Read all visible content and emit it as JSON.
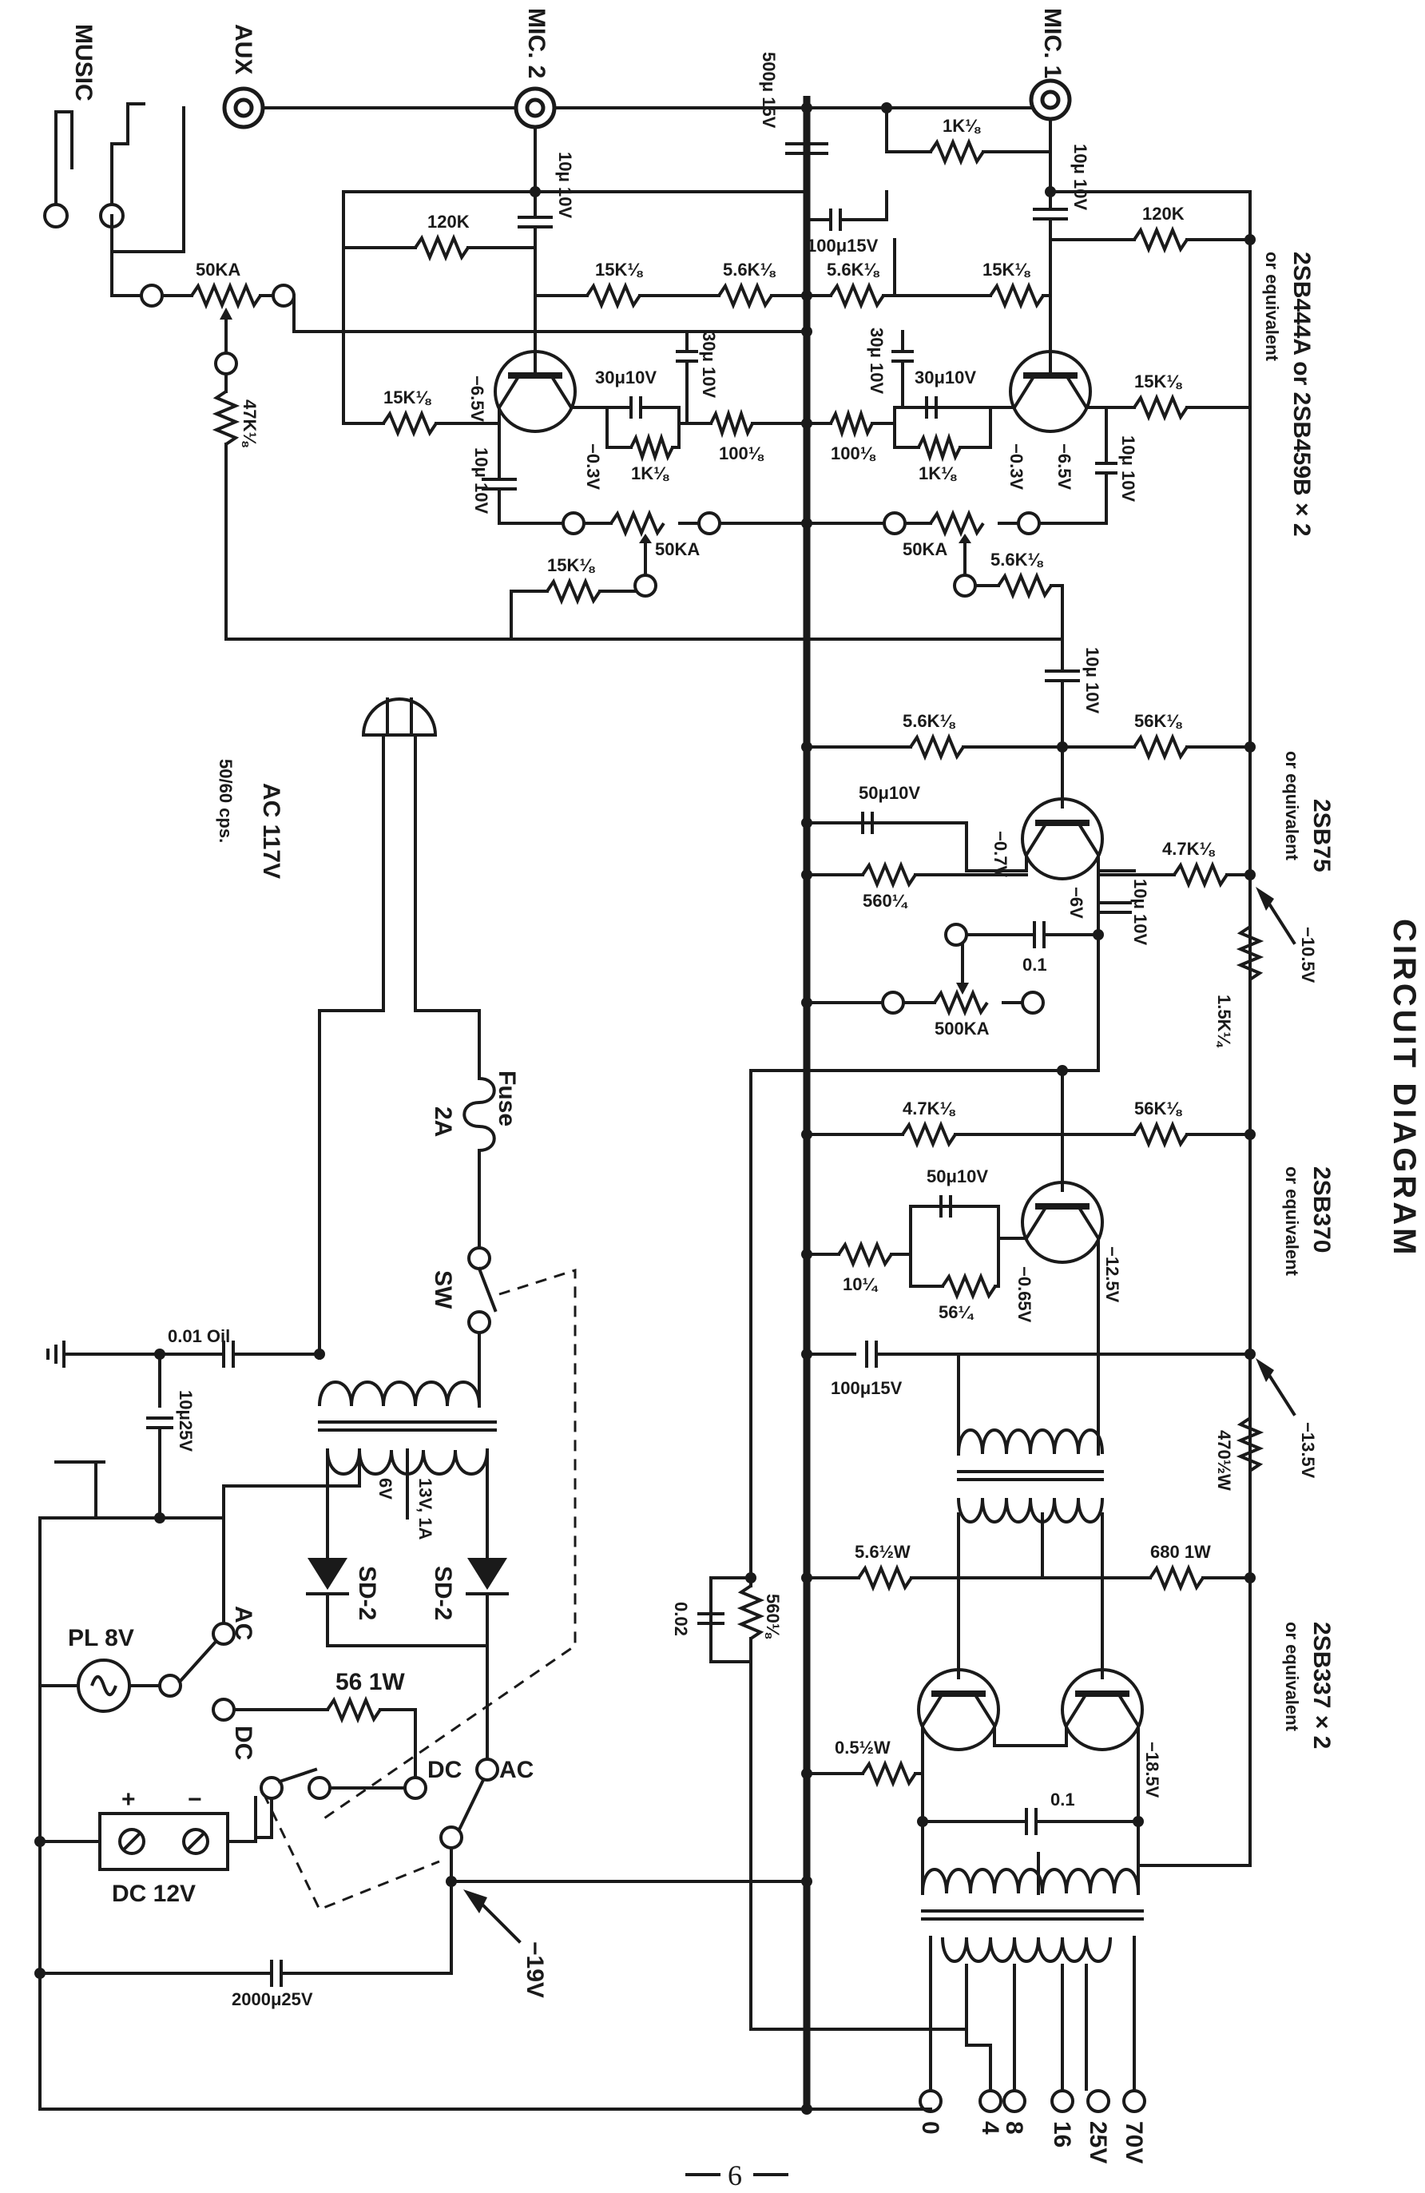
{
  "title": "CIRCUIT DIAGRAM",
  "page_number": "6",
  "inputs": {
    "music": "MUSIC",
    "aux": "AUX",
    "mic2": "MIC. 2",
    "mic1": "MIC. 1"
  },
  "transistors": {
    "first_stage": "2SB444A or 2SB459B × 2",
    "first_stage_equiv": "or equivalent",
    "driver1": "2SB75",
    "driver1_equiv": "or equivalent",
    "driver2": "2SB370",
    "driver2_equiv": "or equivalent",
    "output": "2SB337 × 2",
    "output_equiv": "or equivalent"
  },
  "power": {
    "ac_supply": "AC 117V",
    "freq": "50/60 cps.",
    "fuse": "Fuse",
    "fuse_rating": "2A",
    "switch": "SW",
    "cap_oil": "0.01 Oil",
    "cap_10u25": "10μ25V",
    "tap_6v": "6V",
    "tap_13v": "13V, 1A",
    "diode1": "SD-2",
    "diode2": "SD-2",
    "pilot": "PL 8V",
    "ac1": "AC",
    "ac2": "AC",
    "dc1": "DC",
    "dc2": "DC",
    "res_56": "56 1W",
    "battery": "DC 12V",
    "battery_plus": "+",
    "battery_minus": "−",
    "filter_cap": "2000μ25V",
    "v_19": "−19V"
  },
  "components": {
    "c_500u": "500μ 15V",
    "c_mic2": "10μ 10V",
    "c_mic1": "10μ 10V",
    "r_1k_top": "1K⅛",
    "r_120k_l": "120K",
    "r_120k_r": "120K",
    "c_100u_top": "100μ15V",
    "r_15k_l": "15K⅛",
    "r_56k_l": "5.6K⅛",
    "r_56k_r": "5.6K⅛",
    "r_15k_r": "15K⅛",
    "vol_50ka": "50KA",
    "r_47k": "47K⅛",
    "r_15k_b1": "15K⅛",
    "c_30u_a": "30μ10V",
    "c_30u_b": "30μ 10V",
    "c_30u_c": "30μ 10V",
    "c_30u_d": "30μ10V",
    "r_15k_b2": "15K⅛",
    "v_65_l": "−6.5V",
    "v_65_r": "−6.5V",
    "v_03_l": "−0.3V",
    "v_03_r": "−0.3V",
    "r_1k_l": "1K⅛",
    "r_1k_r": "1K⅛",
    "r_100_l": "100⅛",
    "r_100_r": "100⅛",
    "c_10u_l": "10μ 10V",
    "c_10u_r": "10μ 10V",
    "pot_50ka_l": "50KA",
    "pot_50ka_r": "50KA",
    "r_15k_bot": "15K⅛",
    "r_56k_bot": "5.6K⅛",
    "c_10u_mid": "10μ 10V",
    "r_56k_d1": "5.6K⅛",
    "r_56k_d2": "56K⅛",
    "c_50u_a": "50μ10V",
    "v_07": "−0.7V",
    "r_47k_d": "4.7K⅛",
    "r_560": "560¼",
    "v_6": "−6V",
    "c_10u_d": "10μ 10V",
    "c_01": "0.1",
    "pot_500ka": "500KA",
    "v_105": "−10.5V",
    "r_15k_q": "1.5K¼",
    "r_47k_e": "4.7K⅛",
    "r_56k_e": "56K⅛",
    "c_50u_b": "50μ10V",
    "r_10": "10¼",
    "r_56": "56¼",
    "v_065": "−0.65V",
    "v_125": "−12.5V",
    "c_100u_b": "100μ15V",
    "r_470": "470½W",
    "v_135": "−13.5V",
    "r_56_half": "5.6½W",
    "r_680": "680 1W",
    "r_560b": "560⅛",
    "c_002": "0.02",
    "r_05": "0.5½W",
    "c_01b": "0.1",
    "v_185": "−18.5V"
  },
  "outputs": [
    "0",
    "4",
    "8",
    "16",
    "25V",
    "70V"
  ]
}
